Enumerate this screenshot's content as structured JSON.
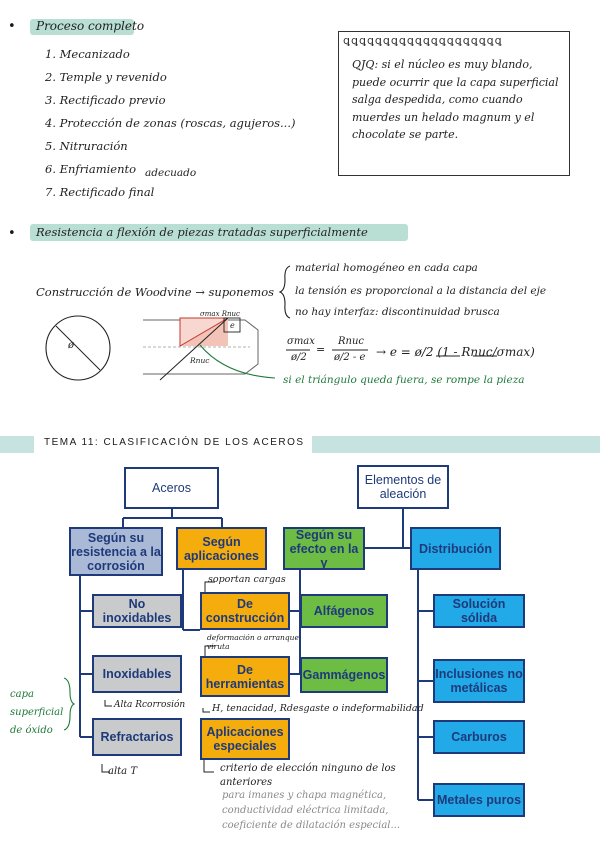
{
  "section1": {
    "bullet": "•",
    "title": "Proceso completo",
    "steps": [
      "1. Mecanizado",
      "2. Temple y revenido",
      "3. Rectificado previo",
      "4. Protección de zonas (roscas, agujeros...)",
      "5. Nitruración",
      "6. Enfriamiento",
      "7. Rectificado final"
    ],
    "step6_extra": "adecuado"
  },
  "note": {
    "rings": "ꝗꝗꝗꝗꝗꝗꝗꝗꝗꝗꝗꝗꝗꝗꝗꝗꝗꝗꝗꝗ",
    "text": "QJQ: si el núcleo es muy blando, puede ocurrir que la capa superficial salga despedida, como cuando muerdes un helado magnum y el chocolate se parte."
  },
  "section2": {
    "bullet": "•",
    "title": "Resistencia a flexión de piezas tratadas superficialmente",
    "construction": "Construcción de Woodvine → suponemos",
    "assumptions": [
      "material homogéneo en cada capa",
      "la tensión es proporcional a la distancia del eje",
      "no hay interfaz: discontinuidad brusca"
    ],
    "phi": "ø",
    "e_label": "e",
    "tmax_label": "σmax Rnuc",
    "rnuc_label": "Rnuc",
    "formula_lhs_num": "σmax",
    "formula_lhs_den": "ø/2",
    "formula_mid_num": "Rnuc",
    "formula_mid_den": "ø/2 - e",
    "formula_rhs": "→ e = ø/2 (1 - Rnuc/σmax)",
    "green_note": "si el triángulo queda fuera, se rompe la pieza"
  },
  "tema": {
    "title": "TEMA 11: CLASIFICACIÓN DE LOS ACEROS"
  },
  "diagram": {
    "aceros": "Aceros",
    "elementos": "Elementos de aleación",
    "corrosion": "Según su resistencia a la corrosión",
    "aplicaciones": "Según aplicaciones",
    "efecto": "Según su efecto en la γ",
    "distribucion": "Distribución",
    "no_inox": "No inoxidables",
    "inox": "Inoxidables",
    "refractarios": "Refractarios",
    "construccion": "De construcción",
    "herramientas": "De herramientas",
    "especiales": "Aplicaciones especiales",
    "alfagenos": "Alfágenos",
    "gammagenos": "Gammágenos",
    "solucion": "Solución sólida",
    "inclusiones": "Inclusiones no metálicas",
    "carburos": "Carburos",
    "metales": "Metales puros"
  },
  "annotations": {
    "soportan": "soportan cargas",
    "deformacion": "deformación o arranque viruta",
    "alta_rcorrosion": "Alta Rcorrosión",
    "herr_props": "H, tenacidad, Rdesgaste o indeformabilidad",
    "capa": "capa superficial de óxido",
    "alta_t": "alta T",
    "criterio": "criterio de elección ninguno de los anteriores",
    "especiales_grey": "para imanes y chapa magnética, conductividad eléctrica limitada, coeficiente de dilatación especial..."
  },
  "colors": {
    "highlight": "#b9ded3",
    "navy": "#1f3a7a",
    "blue_box": "#a9b9d6",
    "grey_box": "#c9cacc",
    "yellow_box": "#f5ad0d",
    "green_box": "#6dbd45",
    "cyan_box": "#21a9e8",
    "green_ink": "#1f7a3a"
  }
}
